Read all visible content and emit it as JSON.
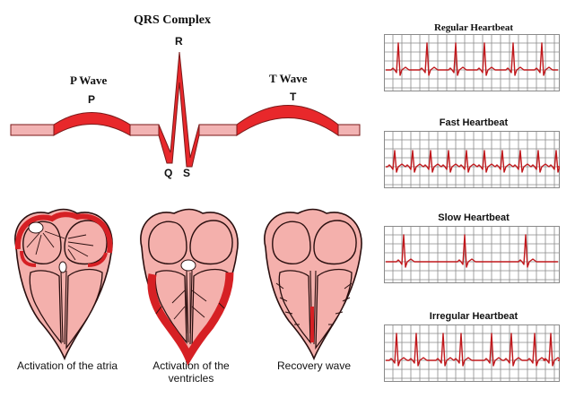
{
  "waveform": {
    "p_wave_label": "P  Wave",
    "p_letter": "P",
    "qrs_label": "QRS  Complex",
    "r_letter": "R",
    "q_letter": "Q",
    "s_letter": "S",
    "t_wave_label": "T  Wave",
    "t_letter": "T",
    "colors": {
      "fill": "#e8282b",
      "outline": "#7a1a1a",
      "flat": "#f2b3b3"
    }
  },
  "hearts": [
    {
      "caption_line1": "Activation of the atria",
      "caption_line2": ""
    },
    {
      "caption_line1": "Activation of the",
      "caption_line2": "ventricles"
    },
    {
      "caption_line1": "Recovery wave",
      "caption_line2": ""
    }
  ],
  "ecg_strips": [
    {
      "title": "Regular Heartbeat",
      "rhythm": "regular"
    },
    {
      "title": "Fast Heartbeat",
      "rhythm": "fast"
    },
    {
      "title": "Slow Heartbeat",
      "rhythm": "slow"
    },
    {
      "title": "Irregular Heartbeat",
      "rhythm": "irregular"
    }
  ],
  "colors": {
    "grid": "#8a8a8a",
    "trace": "#c0181c",
    "heart_fill": "#f4b0ac",
    "heart_line": "#2a0f0f",
    "accent_red": "#d62024"
  }
}
